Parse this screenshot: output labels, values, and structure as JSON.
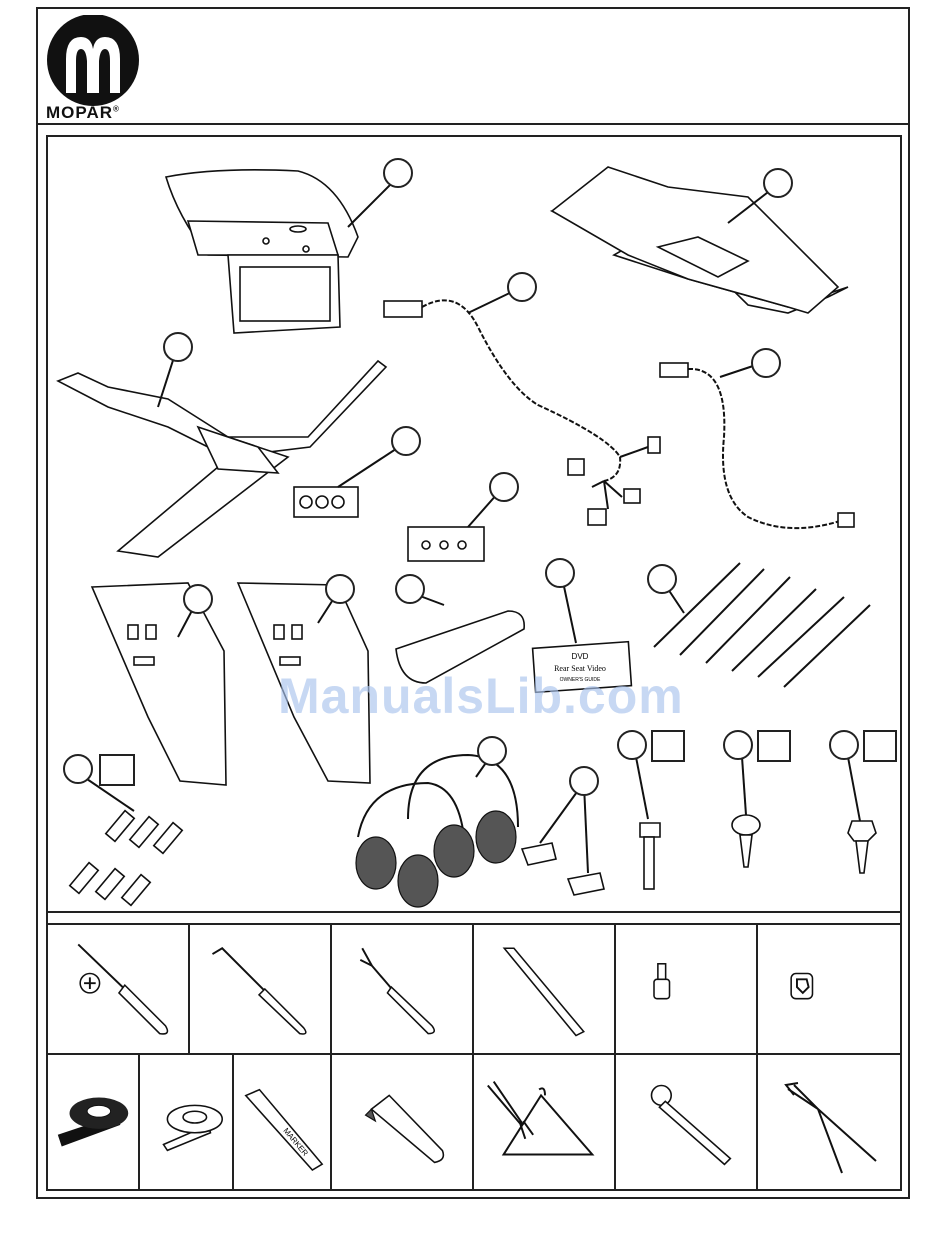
{
  "header": {
    "brand": "MOPAR",
    "registered_mark": "®"
  },
  "watermark": {
    "text": "ManualsLib.com"
  },
  "manual_cover": {
    "line1": "DVD",
    "line2": "Rear Seat Video",
    "line3": "OWNER'S GUIDE"
  },
  "marker": {
    "label": "MARKER"
  },
  "parts": [
    {
      "name": "overhead-dvd-monitor"
    },
    {
      "name": "foam-pad"
    },
    {
      "name": "mounting-bracket"
    },
    {
      "name": "wiring-harness-main"
    },
    {
      "name": "wiring-harness-jumper"
    },
    {
      "name": "audio-jack-module"
    },
    {
      "name": "rca-jack-bezel"
    },
    {
      "name": "headliner-trim-panel-left"
    },
    {
      "name": "headliner-trim-panel-right"
    },
    {
      "name": "remote-control"
    },
    {
      "name": "owners-guide"
    },
    {
      "name": "cable-ties"
    },
    {
      "name": "aaa-batteries"
    },
    {
      "name": "wireless-headphones"
    },
    {
      "name": "u-nut-clips"
    },
    {
      "name": "bolt"
    },
    {
      "name": "phillips-screw"
    },
    {
      "name": "hex-screw"
    }
  ],
  "tools": [
    "phillips-screwdriver",
    "pick-tool",
    "trim-stick-tool",
    "trim-stick",
    "hex-socket",
    "nut-driver-socket",
    "electrical-tape",
    "cloth-tape",
    "marker",
    "utility-knife",
    "coat-hanger-and-pliers",
    "ratchet",
    "cutting-pliers"
  ]
}
